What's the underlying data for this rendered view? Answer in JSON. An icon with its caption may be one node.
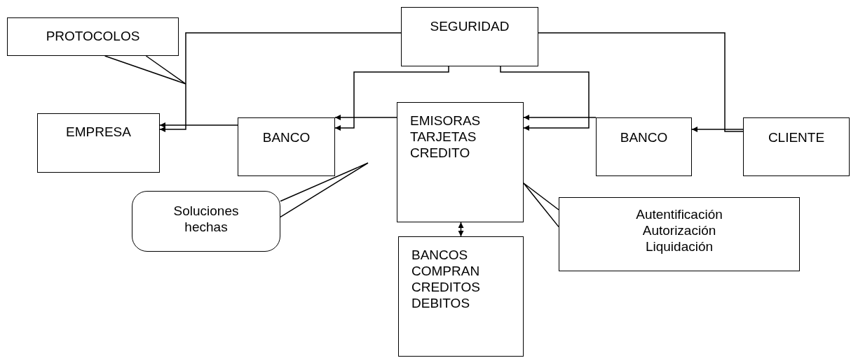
{
  "diagram": {
    "nodes": [
      {
        "text": [
          "PROTOCOLOS"
        ]
      },
      {
        "text": [
          "SEGURIDAD"
        ]
      },
      {
        "text": [
          "EMPRESA"
        ]
      },
      {
        "text": [
          "BANCO"
        ]
      },
      {
        "text": [
          "EMISORAS TARJETAS CREDITO"
        ]
      },
      {
        "text": [
          "BANCO"
        ]
      },
      {
        "text": [
          "CLIENTE"
        ]
      },
      {
        "text": [
          "Soluciones hechas"
        ]
      },
      {
        "text": [
          "Autentificación Autorización Liquidación"
        ]
      },
      {
        "text": [
          "BANCOS COMPRAN CREDITOS DEBITOS"
        ]
      }
    ],
    "edges": [
      {
        "from": 3,
        "to": 2,
        "arrow": "to"
      },
      {
        "from": 4,
        "to": 3,
        "arrow": "to"
      },
      {
        "from": 5,
        "to": 4,
        "arrow": "to"
      },
      {
        "from": 6,
        "to": 5,
        "arrow": "to"
      },
      {
        "from": 4,
        "to": 9,
        "arrow": "both"
      },
      {
        "from": 1,
        "to": 2,
        "arrow": "to"
      },
      {
        "from": 1,
        "to": 3,
        "arrow": "to"
      },
      {
        "from": 1,
        "to": 4,
        "arrow": "to"
      },
      {
        "from": 1,
        "to": 6,
        "arrow": "none"
      },
      {
        "from": 0,
        "to": null,
        "arrow": "none"
      },
      {
        "from": 7,
        "to": null,
        "arrow": "none"
      },
      {
        "from": 8,
        "to": 4,
        "arrow": "none"
      }
    ]
  }
}
